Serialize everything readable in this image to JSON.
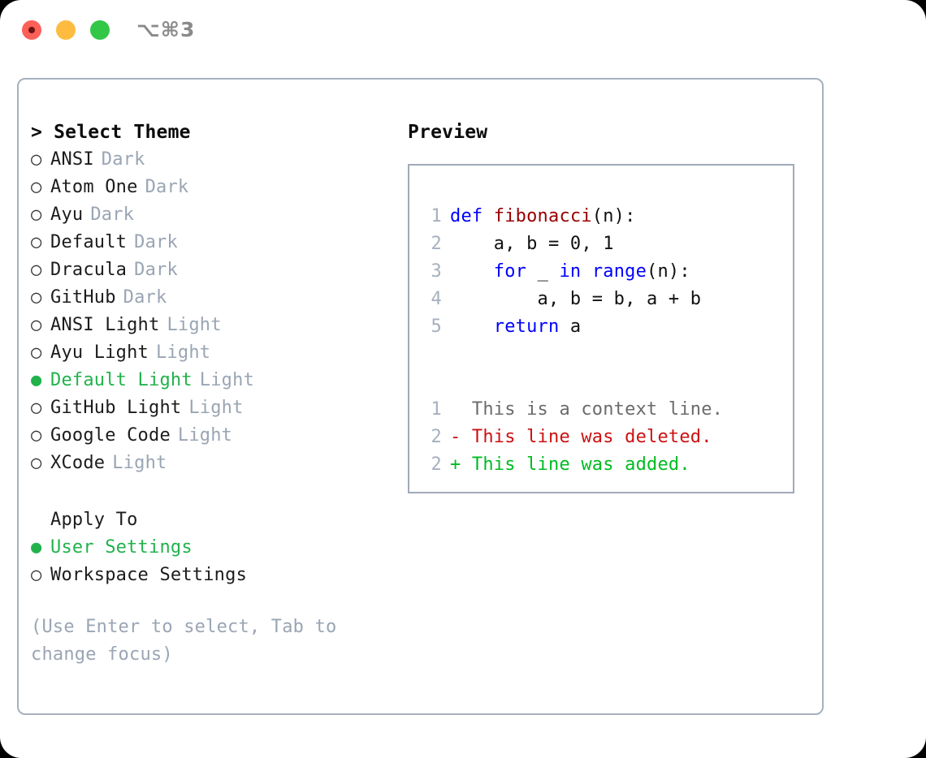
{
  "window": {
    "shortcut_label": "⌥⌘3",
    "traffic_lights": [
      {
        "name": "close",
        "color": "#FC6058"
      },
      {
        "name": "minimize",
        "color": "#FDBC40"
      },
      {
        "name": "zoom",
        "color": "#33C748"
      }
    ]
  },
  "theme_picker": {
    "header": "> Select Theme",
    "bullet_off": "○",
    "bullet_on": "●",
    "items": [
      {
        "label": "ANSI",
        "tag": "Dark",
        "selected": false
      },
      {
        "label": "Atom One",
        "tag": "Dark",
        "selected": false
      },
      {
        "label": "Ayu",
        "tag": "Dark",
        "selected": false
      },
      {
        "label": "Default",
        "tag": "Dark",
        "selected": false
      },
      {
        "label": "Dracula",
        "tag": "Dark",
        "selected": false
      },
      {
        "label": "GitHub",
        "tag": "Dark",
        "selected": false
      },
      {
        "label": "ANSI Light",
        "tag": "Light",
        "selected": false
      },
      {
        "label": "Ayu Light",
        "tag": "Light",
        "selected": false
      },
      {
        "label": "Default Light",
        "tag": "Light",
        "selected": true
      },
      {
        "label": "GitHub Light",
        "tag": "Light",
        "selected": false
      },
      {
        "label": "Google Code",
        "tag": "Light",
        "selected": false
      },
      {
        "label": "XCode",
        "tag": "Light",
        "selected": false
      }
    ]
  },
  "apply_to": {
    "title": "Apply To",
    "items": [
      {
        "label": "User Settings",
        "selected": true
      },
      {
        "label": "Workspace Settings",
        "selected": false
      }
    ]
  },
  "hint": "(Use Enter to select, Tab to change focus)",
  "preview": {
    "title": "Preview",
    "code_lines": [
      {
        "number": "1",
        "tokens": [
          {
            "text": "def ",
            "kind": "kw"
          },
          {
            "text": "fibonacci",
            "kind": "fn"
          },
          {
            "text": "(n):",
            "kind": "plain"
          }
        ]
      },
      {
        "number": "2",
        "tokens": [
          {
            "text": "    a, b = 0, 1",
            "kind": "plain"
          }
        ]
      },
      {
        "number": "3",
        "tokens": [
          {
            "text": "    ",
            "kind": "plain"
          },
          {
            "text": "for",
            "kind": "kw"
          },
          {
            "text": " _ ",
            "kind": "plain"
          },
          {
            "text": "in",
            "kind": "kw"
          },
          {
            "text": " ",
            "kind": "plain"
          },
          {
            "text": "range",
            "kind": "kw"
          },
          {
            "text": "(n):",
            "kind": "plain"
          }
        ]
      },
      {
        "number": "4",
        "tokens": [
          {
            "text": "        a, b = b, a + b",
            "kind": "plain"
          }
        ]
      },
      {
        "number": "5",
        "tokens": [
          {
            "text": "    ",
            "kind": "plain"
          },
          {
            "text": "return",
            "kind": "kw"
          },
          {
            "text": " a",
            "kind": "plain"
          }
        ]
      }
    ],
    "diff_lines": [
      {
        "number": "1",
        "marker": "  ",
        "text": "This is a context line.",
        "kind": "ctx"
      },
      {
        "number": "2",
        "marker": "- ",
        "text": "This line was deleted.",
        "kind": "del"
      },
      {
        "number": "2",
        "marker": "+ ",
        "text": "This line was added.",
        "kind": "add"
      }
    ]
  },
  "colors": {
    "accent_green": "#22B24C",
    "muted": "#9AA5B4",
    "border": "#A6B0BE",
    "keyword": "#0000FF",
    "function": "#990000",
    "diff_deleted": "#CC1111",
    "diff_added": "#00BB22"
  }
}
